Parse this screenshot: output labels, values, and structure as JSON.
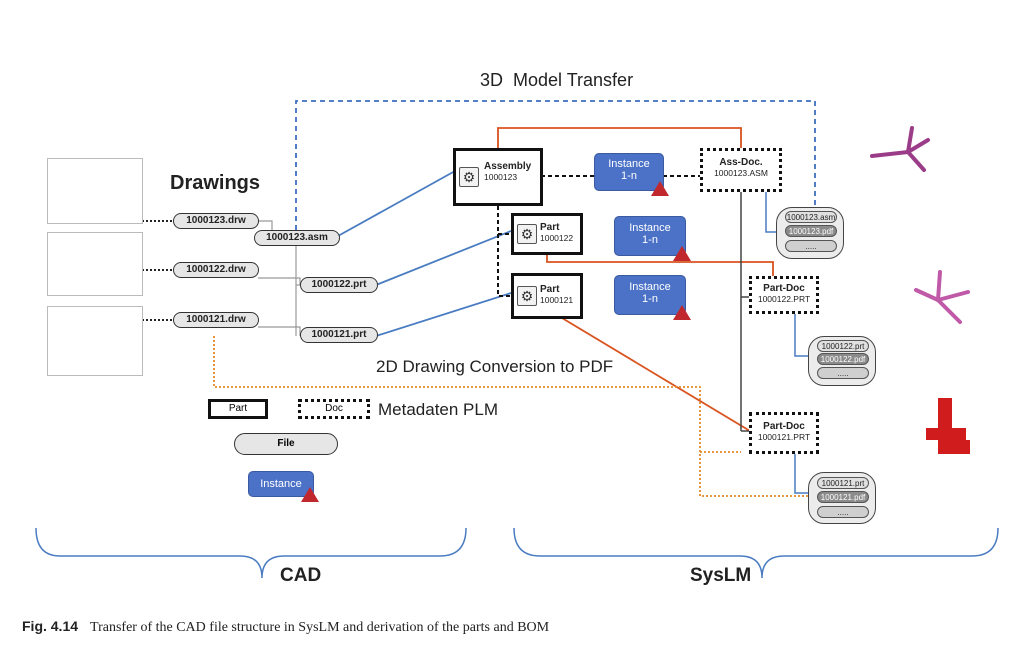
{
  "title": "3D  Model Transfer",
  "drawings_label": "Drawings",
  "cad_files": {
    "drw1": "1000123.drw",
    "drw2": "1000122.drw",
    "drw3": "1000121.drw",
    "asm": "1000123.asm",
    "prt122": "1000122.prt",
    "prt121": "1000121.prt"
  },
  "plm_nodes": {
    "assembly": {
      "title": "Assembly",
      "id": "1000123"
    },
    "part122": {
      "title": "Part",
      "id": "1000122"
    },
    "part121": {
      "title": "Part",
      "id": "1000121"
    }
  },
  "instances": [
    {
      "line1": "Instance",
      "line2": "1-n"
    },
    {
      "line1": "Instance",
      "line2": "1-n"
    },
    {
      "line1": "Instance",
      "line2": "1-n"
    }
  ],
  "docs": {
    "assdoc": {
      "title": "Ass-Doc.",
      "id": "1000123.ASM"
    },
    "partdoc122": {
      "title": "Part-Doc",
      "id": "1000122.PRT"
    },
    "partdoc121": {
      "title": "Part-Doc",
      "id": "1000121.PRT"
    }
  },
  "file_groups": [
    {
      "items": [
        "1000123.asm",
        "1000123.pdf",
        "....."
      ]
    },
    {
      "items": [
        "1000122.prt",
        "1000122.pdf",
        "....."
      ]
    },
    {
      "items": [
        "1000121.prt",
        "1000121.pdf",
        "....."
      ]
    }
  ],
  "conversion_label": "2D Drawing Conversion to PDF",
  "legend": {
    "part": "Part",
    "doc": "Doc",
    "metadata": "Metadaten PLM",
    "file": "File",
    "instance": "Instance"
  },
  "brace_cad": "CAD",
  "brace_syslm": "SysLM",
  "caption": {
    "fig": "Fig. 4.14",
    "text": "Transfer of the CAD file structure in SysLM and derivation of the parts and BOM"
  },
  "colors": {
    "blue_link": "#4a7cc2",
    "red_link": "#d9531e",
    "orange_dotted": "#e6892a",
    "dashed_blue": "#3d6fbf",
    "instance_fill": "#4b72c6",
    "render_bg": "#3c8ce0",
    "part_magenta": "#c05aa8",
    "part_red": "#d01c1c"
  }
}
